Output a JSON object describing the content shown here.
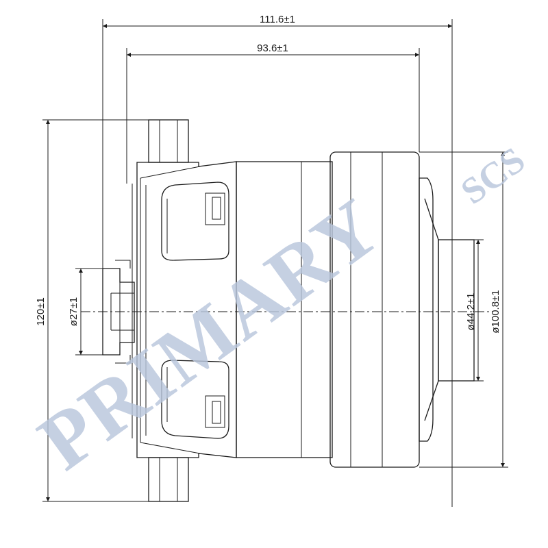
{
  "drawing": {
    "dimensions": {
      "overall_length": "111.6±1",
      "body_length": "93.6±1",
      "overall_height": "120±1",
      "shaft_diameter": "ø27±1",
      "flange_diameter": "ø44.2±1",
      "body_diameter": "ø100.8±1"
    }
  },
  "watermark": {
    "main": "PRIMARY",
    "sub": "SCS"
  }
}
